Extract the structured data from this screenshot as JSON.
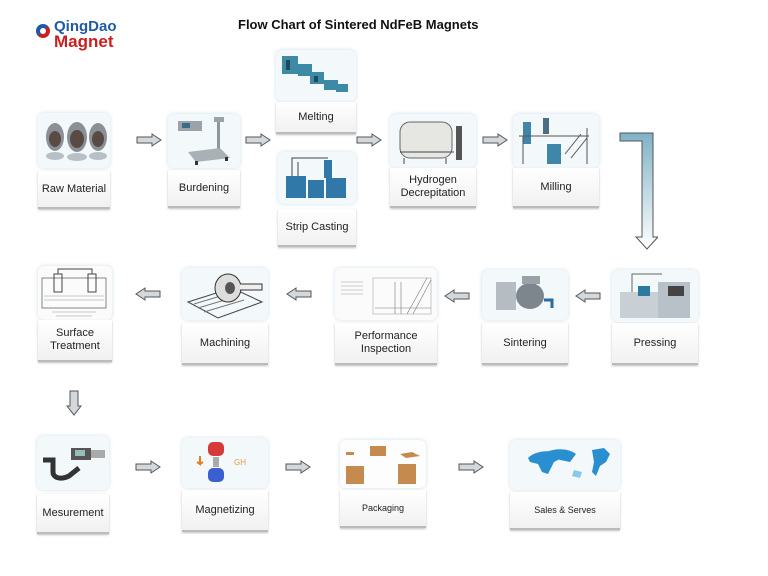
{
  "brand": {
    "line1": "QingDao",
    "line2": "Magnet",
    "colors": {
      "blue": "#1e5aa8",
      "red": "#c8201f"
    }
  },
  "title": "Flow Chart of Sintered NdFeB Magnets",
  "steps": [
    {
      "id": "raw-material",
      "label": "Raw Material",
      "image": "powder-jars"
    },
    {
      "id": "burdening",
      "label": "Burdening",
      "image": "weighing-scale"
    },
    {
      "id": "melting",
      "label": "Melting",
      "image": "melting-furnace"
    },
    {
      "id": "strip-casting",
      "label": "Strip Casting",
      "image": "strip-casting-machine"
    },
    {
      "id": "hydrogen-decrepitation",
      "label": "Hydrogen Decrepitation",
      "image": "hydrogen-furnace"
    },
    {
      "id": "milling",
      "label": "Milling",
      "image": "jet-mill"
    },
    {
      "id": "pressing",
      "label": "Pressing",
      "image": "press-machine"
    },
    {
      "id": "sintering",
      "label": "Sintering",
      "image": "sintering-furnace"
    },
    {
      "id": "performance-inspection",
      "label": "Performance Inspection",
      "image": "bh-curve-chart"
    },
    {
      "id": "machining",
      "label": "Machining",
      "image": "grinding-wheel"
    },
    {
      "id": "surface-treatment",
      "label": "Surface Treatment",
      "image": "plating-bath"
    },
    {
      "id": "mesurement",
      "label": "Mesurement",
      "image": "micrometer"
    },
    {
      "id": "magnetizing",
      "label": "Magnetizing",
      "image": "magnetizer"
    },
    {
      "id": "packaging",
      "label": "Packaging",
      "image": "cartons"
    },
    {
      "id": "sales-serves",
      "label": "Sales & Serves",
      "image": "world-map"
    }
  ],
  "colors": {
    "arrow_fill": "#d3d8dc",
    "arrow_stroke": "#555555",
    "connector_top": "#7fb2c6",
    "connector_bottom": "#ffffff"
  }
}
